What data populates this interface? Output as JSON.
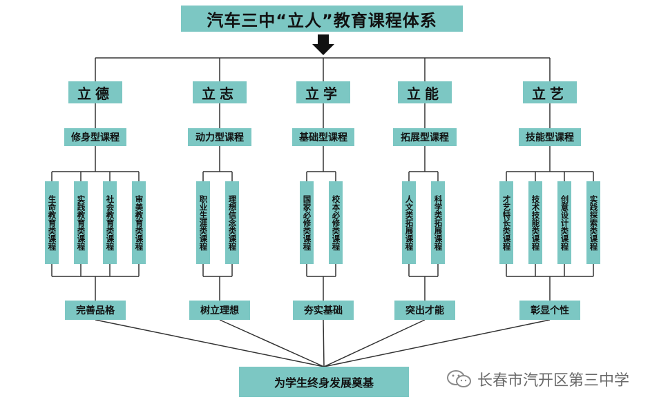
{
  "title": "汽车三中“立人”教育课程体系",
  "pillars": [
    {
      "name": "立德",
      "type": "修身型课程",
      "courses": [
        "生命教育类课程",
        "实践教育类课程",
        "社会教育类课程",
        "审美教育类课程"
      ],
      "goal": "完善品格"
    },
    {
      "name": "立志",
      "type": "动力型课程",
      "courses": [
        "职业生涯类课程",
        "理想信念类课程"
      ],
      "goal": "树立理想"
    },
    {
      "name": "立学",
      "type": "基础型课程",
      "courses": [
        "国家必修类课程",
        "校本必修类课程"
      ],
      "goal": "夯实基础"
    },
    {
      "name": "立能",
      "type": "拓展型课程",
      "courses": [
        "人文类拓展课程",
        "科学类拓展课程"
      ],
      "goal": "突出才能"
    },
    {
      "name": "立艺",
      "type": "技能型课程",
      "courses": [
        "才艺特长类课程",
        "技术技能类课程",
        "创意设计类课程",
        "实践探索类课程"
      ],
      "goal": "彰显个性"
    }
  ],
  "bottom": "为学生终身发展奠基",
  "watermark": "长春市汽开区第三中学",
  "colors": {
    "box_fill": "#7cc7c3",
    "line": "#333333",
    "arrow": "#111111",
    "watermark_text": "#6a6a6a"
  }
}
